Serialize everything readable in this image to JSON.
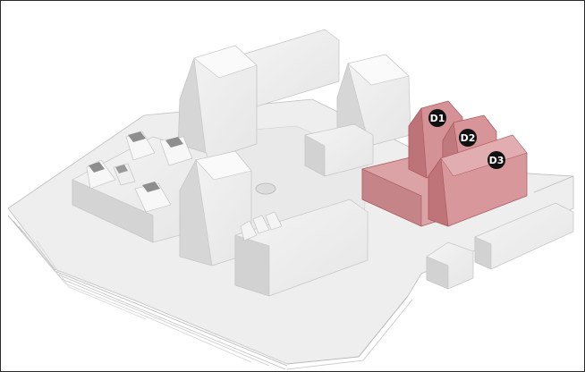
{
  "diagram": {
    "highlight_color": "#c9777c",
    "highlight_dark": "#a8555a",
    "badge_color": "#111111",
    "markers": [
      {
        "id": "d1",
        "label": "D1"
      },
      {
        "id": "d2",
        "label": "D2"
      },
      {
        "id": "d3",
        "label": "D3"
      }
    ]
  }
}
